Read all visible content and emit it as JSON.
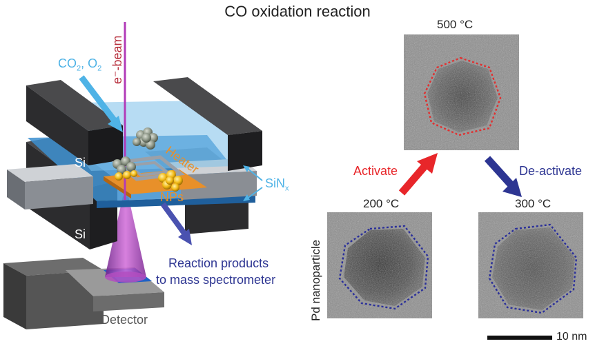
{
  "title": "CO oxidation reaction",
  "left": {
    "gas_in_label": "CO",
    "gas_in_sub1": "2",
    "gas_in_mid": ", O",
    "gas_in_sub2": "2",
    "ebeam_label": "e⁻-beam",
    "si_top_label": "Si",
    "si_bottom_label": "Si",
    "heater_label": "Heater",
    "nps_label": "NPs",
    "sinx_label": "SiN",
    "sinx_sub": "x",
    "products_line1": "Reaction products",
    "products_line2": "to mass spectrometer",
    "detector_label": "Detector"
  },
  "right": {
    "temp_top": "500 °C",
    "temp_left": "200 °C",
    "temp_right": "300 °C",
    "activate_label": "Activate",
    "deactivate_label": "De-activate",
    "pd_label": "Pd nanoparticle",
    "scale_label": "10 nm"
  },
  "colors": {
    "cyan": "#4fb3e6",
    "purple_beam": "#b23bb8",
    "orange": "#e8902a",
    "red_outline": "#e03030",
    "blue_outline": "#2a2f9a",
    "navy_arrow": "#2d3592",
    "red_arrow": "#e8262a",
    "dark_si": "#2c2c2e"
  }
}
